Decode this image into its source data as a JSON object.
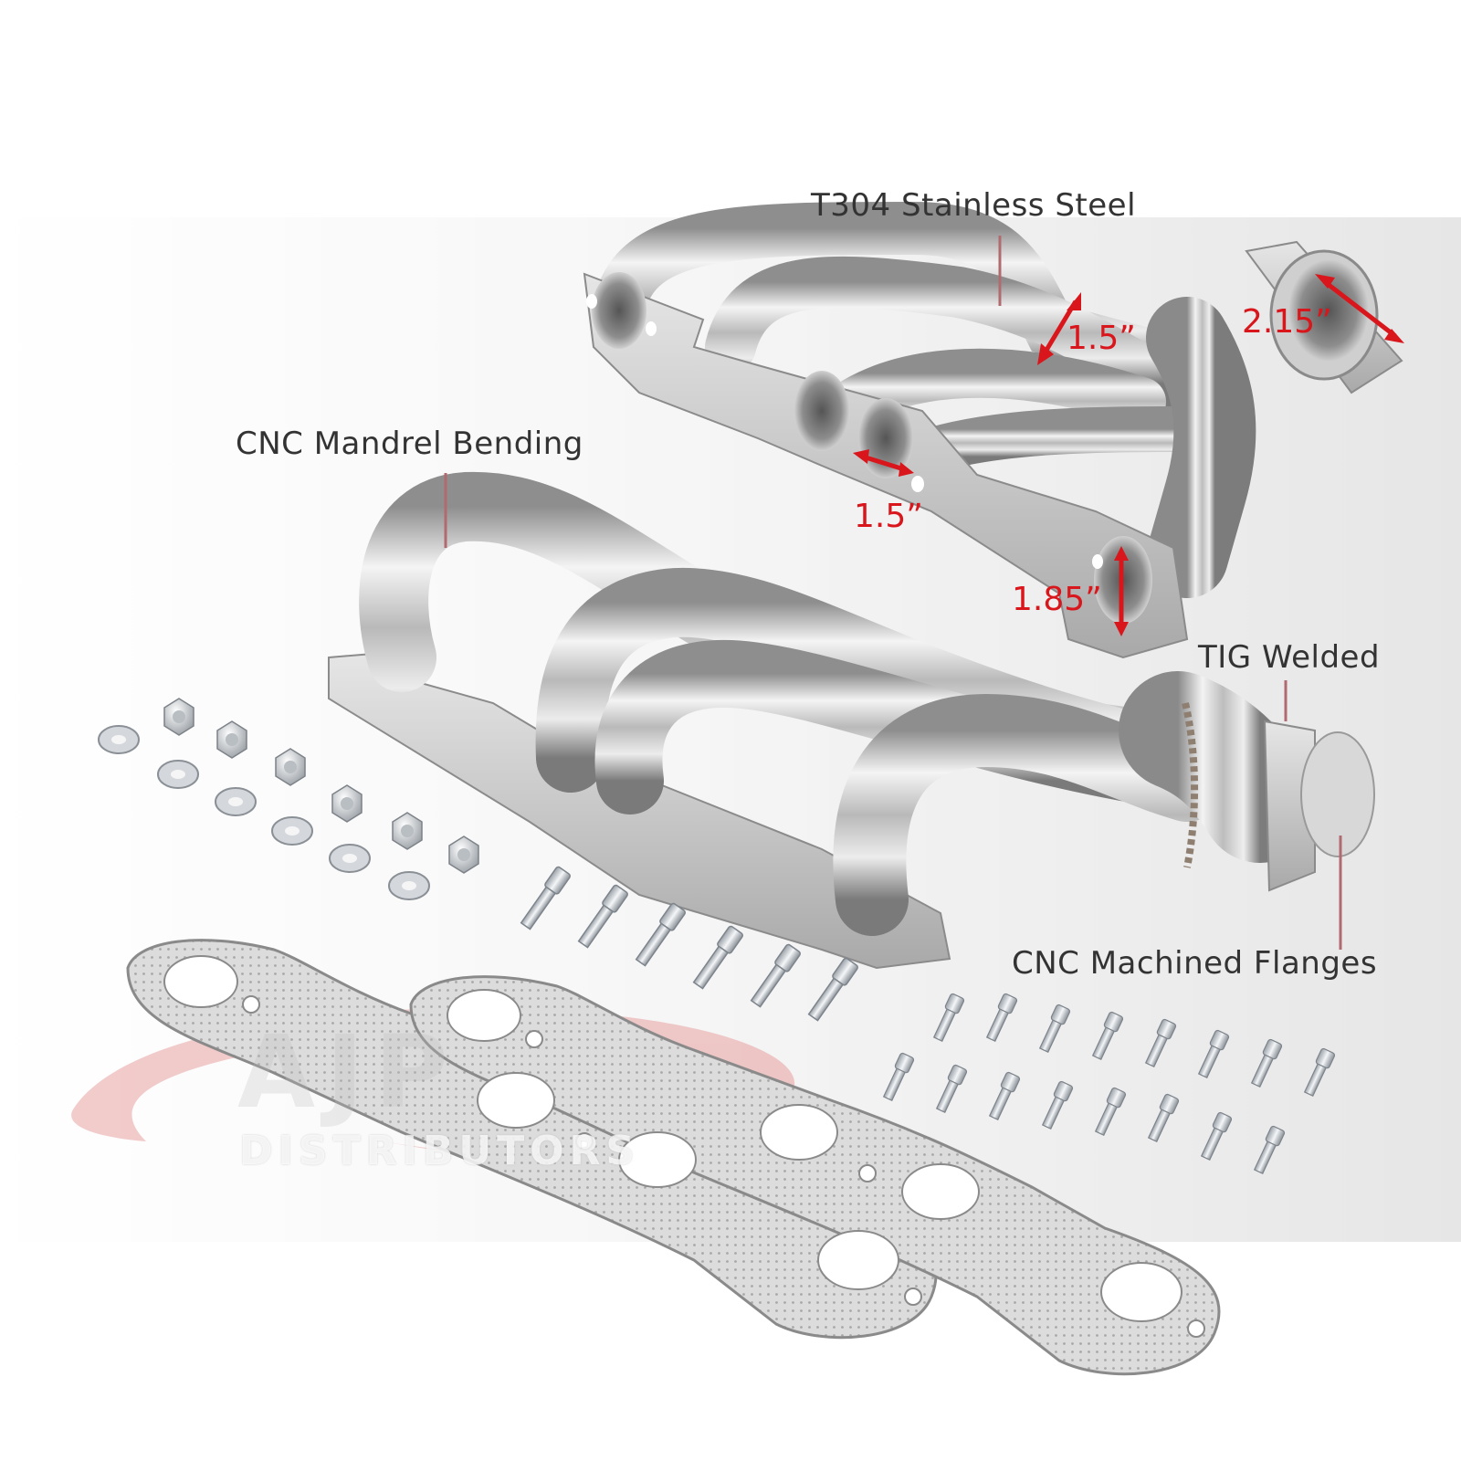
{
  "callouts": {
    "material": "T304 Stainless Steel",
    "bending": "CNC Mandrel Bending",
    "welding": "TIG Welded",
    "flanges": "CNC Machined Flanges"
  },
  "dimensions": {
    "primary_tube_upper": "1.5”",
    "collector_outlet": "2.15”",
    "primary_tube_port": "1.5”",
    "port_height": "1.85”"
  },
  "watermark": {
    "logo_letters": "AJP",
    "company": "DISTRIBUTORS"
  },
  "colors": {
    "accent_red": "#d9161b",
    "leader_line": "#b06a70",
    "callout_text": "#333333",
    "watermark_red": "#e8a0a0"
  },
  "parts": {
    "hex_nuts": 6,
    "flat_washers": 6,
    "flange_bolts": 6,
    "small_bolts": 16,
    "gaskets": 2
  }
}
